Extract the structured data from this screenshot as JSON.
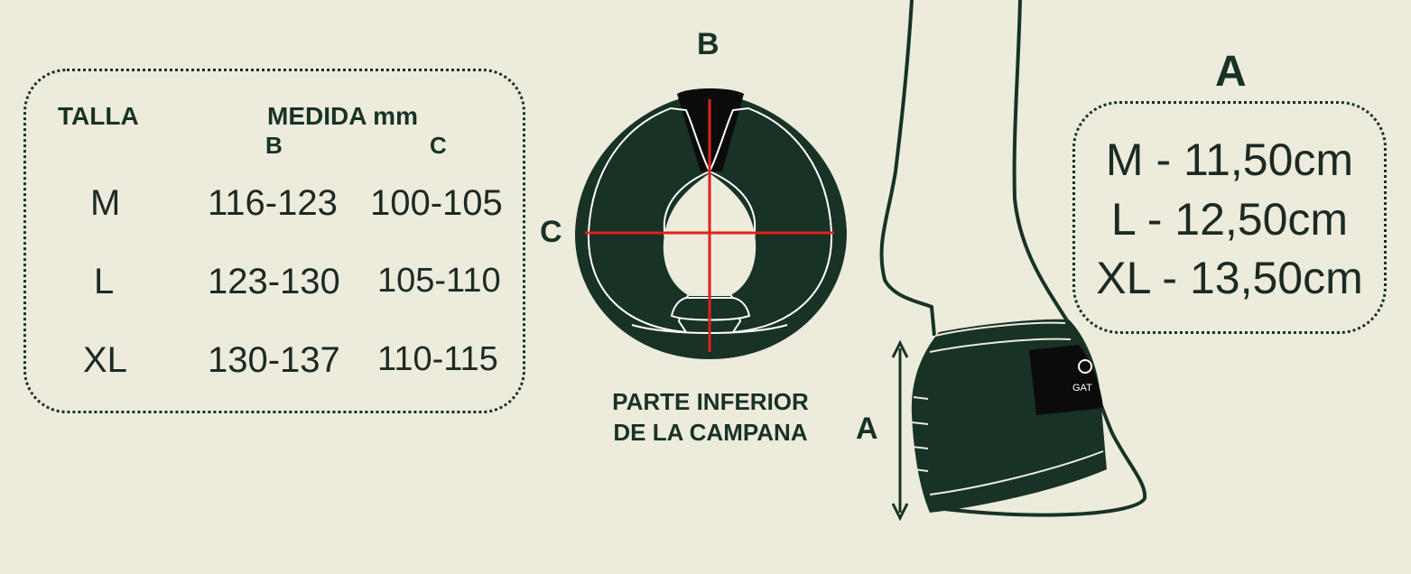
{
  "table": {
    "col_size": "TALLA",
    "col_measure": "MEDIDA mm",
    "sub_b": "B",
    "sub_c": "C",
    "rows": [
      {
        "size": "M",
        "b": "116-123",
        "c": "100-105"
      },
      {
        "size": "L",
        "b": "123-130",
        "c": "105-110"
      },
      {
        "size": "XL",
        "b": "130-137",
        "c": "110-115"
      }
    ]
  },
  "bottom_view": {
    "label_b": "B",
    "label_c": "C",
    "caption_line1": "PARTE INFERIOR",
    "caption_line2": "DE LA CAMPANA"
  },
  "side_view": {
    "label_a": "A",
    "brand": "GAT"
  },
  "a_box": {
    "title": "A",
    "lines": [
      "M - 11,50cm",
      "L - 12,50cm",
      "XL - 13,50cm"
    ]
  },
  "colors": {
    "background": "#ecebdc",
    "dark_green": "#183226",
    "measure_line": "#e0201b",
    "outline": "#ffffff"
  }
}
